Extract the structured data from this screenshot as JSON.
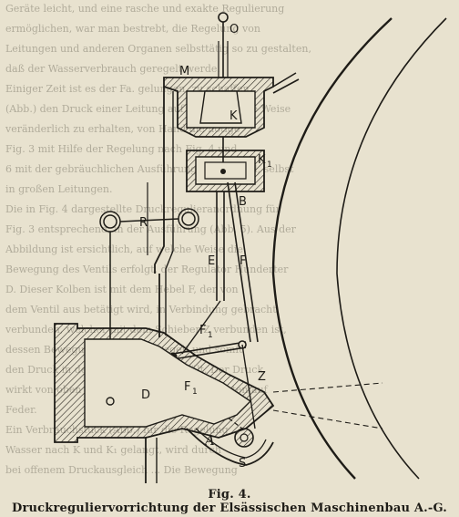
{
  "background_text_lines": [
    "Geräte leicht, und eine rasche und exakte Regulierung",
    "ermöglichen, war man bestrebt, die Regelung von",
    "Leitungen und anderen Organen selbsttätig so zu gestalten,",
    "daß der Wasserverbrauch geregelt werde.",
    "Einiger Zeit ist es der Fa. gelungen, zu schaffen,",
    "(Abb.) den Druck einer Leitung auf die natürliche Weise",
    "veränderlich zu erhalten, von Hand die nötige",
    "Fig. 3 mit Hilfe der Regelung nach Fig. 4 und",
    "6 mit der gebräuchlichen Ausführung genau wird, selbst",
    "in großen Leitungen.",
    "Die in Fig. 4 dargestellte Druckregulieranordnung für",
    "Fig. 3 entsprechend, in der Ausführung (Abb. 5). Aus der",
    "Abbildung ist ersichtlich, auf welche Weise die",
    "Bewegung des Ventils erfolgt, der Regulator Hunderter",
    "D. Dieser Kolben ist mit dem Hebel F, der von",
    "dem Ventil aus betätigt wird, in Verbindung gebracht",
    "verbunden, welcher mit dem Schieber Z verbunden ist,",
    "dessen Bewegung den Zufluß regelt und somit",
    "den Druck in der Leitung konstant hält. Der Druck",
    "wirkt von oben auf den Kolben K und von unten auf",
    "Feder.",
    "Ein Verbrauchstück (Abb.) für die Regelung",
    "Wasser nach K und K₁ gelangt, wird durch",
    "bei offenem Druckausgleich ...  Die Bewegung"
  ],
  "labels": {
    "O": "O",
    "M": "M",
    "K": "K",
    "K1": "K",
    "K1_sub": "1",
    "B": "B",
    "R": "R",
    "E": "E",
    "F": "F",
    "F1_upper": "F",
    "F1_upper_sub": "1",
    "F1_lower": "F",
    "F1_lower_sub": "1",
    "D": "D",
    "Z": "Z",
    "A": "A",
    "S": "S"
  },
  "caption": {
    "fig": "Fig. 4.",
    "title": "Druckreguliervorrichtung der Elsässischen Maschinenbau A.-G."
  }
}
